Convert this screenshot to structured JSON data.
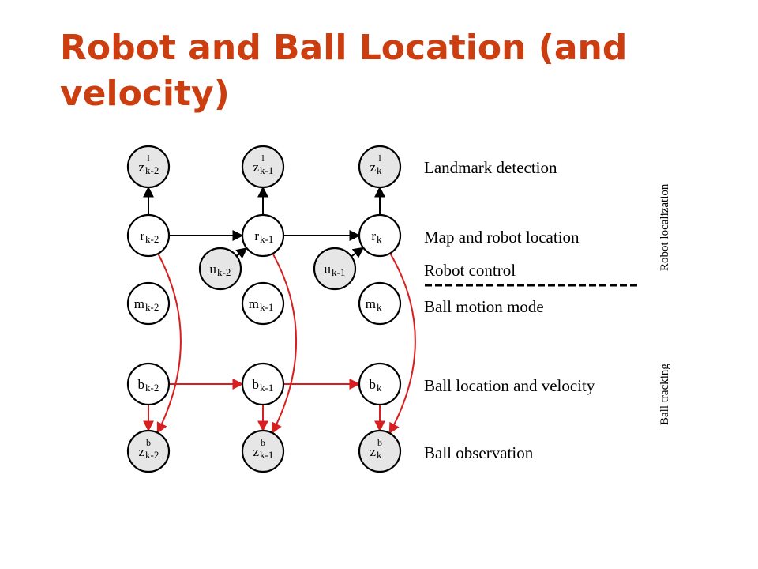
{
  "title": "Robot and Ball Location (and velocity)",
  "colors": {
    "title": "#cc3d0f",
    "node_fill_shaded": "#e6e6e6",
    "node_fill_plain": "#ffffff",
    "black_edge": "#000000",
    "red_edge": "#d81e1e"
  },
  "nodes": [
    {
      "id": "zl_km2",
      "base": "z",
      "sup": "l",
      "sub": "k-2",
      "shaded": true
    },
    {
      "id": "zl_km1",
      "base": "z",
      "sup": "l",
      "sub": "k-1",
      "shaded": true
    },
    {
      "id": "zl_k",
      "base": "z",
      "sup": "l",
      "sub": "k",
      "shaded": true
    },
    {
      "id": "r_km2",
      "base": "r",
      "sup": "",
      "sub": "k-2",
      "shaded": false
    },
    {
      "id": "r_km1",
      "base": "r",
      "sup": "",
      "sub": "k-1",
      "shaded": false
    },
    {
      "id": "r_k",
      "base": "r",
      "sup": "",
      "sub": "k",
      "shaded": false
    },
    {
      "id": "u_km2",
      "base": "u",
      "sup": "",
      "sub": "k-2",
      "shaded": true
    },
    {
      "id": "u_km1",
      "base": "u",
      "sup": "",
      "sub": "k-1",
      "shaded": true
    },
    {
      "id": "m_km2",
      "base": "m",
      "sup": "",
      "sub": "k-2",
      "shaded": false
    },
    {
      "id": "m_km1",
      "base": "m",
      "sup": "",
      "sub": "k-1",
      "shaded": false
    },
    {
      "id": "m_k",
      "base": "m",
      "sup": "",
      "sub": "k",
      "shaded": false
    },
    {
      "id": "b_km2",
      "base": "b",
      "sup": "",
      "sub": "k-2",
      "shaded": false
    },
    {
      "id": "b_km1",
      "base": "b",
      "sup": "",
      "sub": "k-1",
      "shaded": false
    },
    {
      "id": "b_k",
      "base": "b",
      "sup": "",
      "sub": "k",
      "shaded": false
    },
    {
      "id": "zb_km2",
      "base": "z",
      "sup": "b",
      "sub": "k-2",
      "shaded": true
    },
    {
      "id": "zb_km1",
      "base": "z",
      "sup": "b",
      "sub": "k-1",
      "shaded": true
    },
    {
      "id": "zb_k",
      "base": "z",
      "sup": "b",
      "sub": "k",
      "shaded": true
    }
  ],
  "edges": [
    {
      "from": "r_km2",
      "to": "zl_km2",
      "color": "black",
      "kind": "straight"
    },
    {
      "from": "r_km1",
      "to": "zl_km1",
      "color": "black",
      "kind": "straight"
    },
    {
      "from": "r_k",
      "to": "zl_k",
      "color": "black",
      "kind": "straight"
    },
    {
      "from": "r_km2",
      "to": "r_km1",
      "color": "black",
      "kind": "straight"
    },
    {
      "from": "r_km1",
      "to": "r_k",
      "color": "black",
      "kind": "straight"
    },
    {
      "from": "u_km2",
      "to": "r_km1",
      "color": "black",
      "kind": "straight"
    },
    {
      "from": "u_km1",
      "to": "r_k",
      "color": "black",
      "kind": "straight"
    },
    {
      "from": "b_km2",
      "to": "b_km1",
      "color": "red",
      "kind": "straight"
    },
    {
      "from": "b_km1",
      "to": "b_k",
      "color": "red",
      "kind": "straight"
    },
    {
      "from": "b_km2",
      "to": "zb_km2",
      "color": "red",
      "kind": "straight"
    },
    {
      "from": "b_km1",
      "to": "zb_km1",
      "color": "red",
      "kind": "straight"
    },
    {
      "from": "b_k",
      "to": "zb_k",
      "color": "red",
      "kind": "straight"
    },
    {
      "from": "r_km2",
      "to": "zb_km2",
      "color": "red",
      "kind": "curve"
    },
    {
      "from": "r_km1",
      "to": "zb_km1",
      "color": "red",
      "kind": "curve"
    },
    {
      "from": "r_k",
      "to": "zb_k",
      "color": "red",
      "kind": "curve"
    }
  ],
  "row_labels": [
    "Landmark detection",
    "Map and robot location",
    "Robot control",
    "Ball motion mode",
    "Ball location and velocity",
    "Ball observation"
  ],
  "group_labels": {
    "top": "Robot localization",
    "bottom": "Ball tracking"
  }
}
